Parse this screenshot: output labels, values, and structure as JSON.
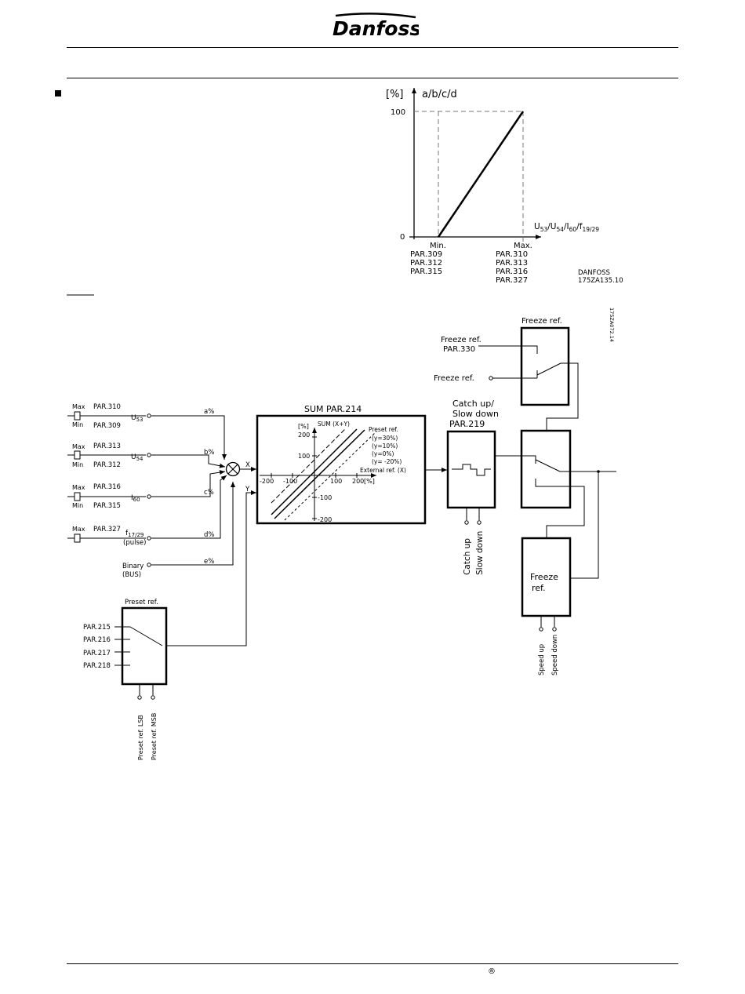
{
  "header": {
    "logo_text": "Danfoss"
  },
  "graph": {
    "y_unit": "[%]",
    "y_label": "a/b/c/d",
    "y_tick_top": "100",
    "y_tick_bottom": "0",
    "x_label_base": "U",
    "x_label_sub1": "53",
    "x_label_mid1": "/U",
    "x_label_sub2": "54",
    "x_label_mid2": "/I",
    "x_label_sub3": "60",
    "x_label_mid3": "/f",
    "x_label_sub4": "19/29",
    "min_label": "Min.",
    "min_pars": [
      "PAR.309",
      "PAR.312",
      "PAR.315"
    ],
    "max_label": "Max.",
    "max_pars": [
      "PAR.310",
      "PAR.313",
      "PAR.316",
      "PAR.327"
    ],
    "code_line1": "DANFOSS",
    "code_line2": "175ZA135.10"
  },
  "block_diagram": {
    "code_vertical": "175ZA072.14",
    "inputs": [
      {
        "max": "Max",
        "min": "Min",
        "par_max": "PAR.310",
        "par_min": "PAR.309",
        "terminal": "U",
        "terminal_sub": "53",
        "pct": "a%"
      },
      {
        "max": "Max",
        "min": "Min",
        "par_max": "PAR.313",
        "par_min": "PAR.312",
        "terminal": "U",
        "terminal_sub": "54",
        "pct": "b%"
      },
      {
        "max": "Max",
        "min": "Min",
        "par_max": "PAR.316",
        "par_min": "PAR.315",
        "terminal": "I",
        "terminal_sub": "60",
        "pct": "c%"
      },
      {
        "max": "Max",
        "par_max": "PAR.327",
        "terminal": "f",
        "terminal_sub": "17/29",
        "terminal_note": "(pulse)",
        "pct": "d%"
      }
    ],
    "binary_line1": "Binary",
    "binary_line2": "(BUS)",
    "binary_pct": "e%",
    "x_label": "X",
    "y_label": "Y",
    "sum": {
      "title": "SUM PAR.214",
      "unit": "[%]",
      "axis_title": "SUM (X+Y)",
      "y_ticks": [
        "200",
        "100",
        "-100",
        "-200"
      ],
      "x_ticks": [
        "-200",
        "-100",
        "100",
        "200"
      ],
      "x_unit": "[%]",
      "preset_title": "Preset ref.",
      "preset_values": [
        "(y=30%)",
        "(y=10%)",
        "(y=0%)",
        "(y= -20%)"
      ],
      "external": "External ref. (X)"
    },
    "catchup": {
      "title1": "Catch up/",
      "title2": "Slow down",
      "title3": "PAR.219",
      "catch_label": "Catch up",
      "slow_label": "Slow down"
    },
    "freeze_top": {
      "title": "Freeze ref.",
      "label1": "Freeze ref.",
      "label2": "PAR.330",
      "label3": "Freeze ref."
    },
    "freeze_lower": {
      "line1": "Freeze",
      "line2": "ref.",
      "speed_up": "Speed up",
      "speed_down": "Speed down"
    },
    "preset": {
      "title": "Preset ref.",
      "pars": [
        "PAR.215",
        "PAR.216",
        "PAR.217",
        "PAR.218"
      ],
      "lsb": "Preset ref. LSB",
      "msb": "Preset ref. MSB"
    }
  },
  "footer": {
    "registered": "®"
  }
}
